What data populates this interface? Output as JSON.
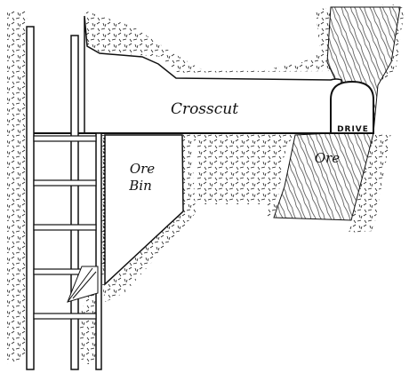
{
  "labels": {
    "crosscut": "Crosscut",
    "drive": "DRIVE",
    "ore_bin_line1": "Ore",
    "ore_bin_line2": "Bin",
    "ore": "Ore"
  },
  "colors": {
    "ink": "#111111",
    "paper": "#ffffff"
  }
}
